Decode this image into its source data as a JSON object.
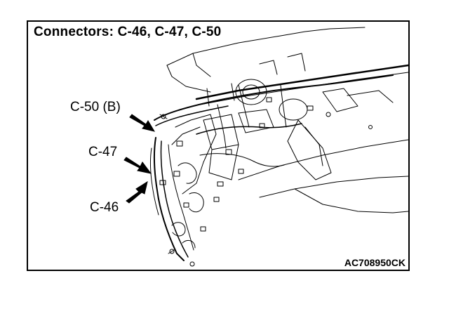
{
  "figure": {
    "title": "Connectors: C-46, C-47, C-50",
    "code": "AC708950CK",
    "callouts": [
      {
        "label": "C-50 (B)"
      },
      {
        "label": "C-47"
      },
      {
        "label": "C-46"
      }
    ]
  },
  "colors": {
    "ink": "#000000",
    "background": "#ffffff"
  }
}
